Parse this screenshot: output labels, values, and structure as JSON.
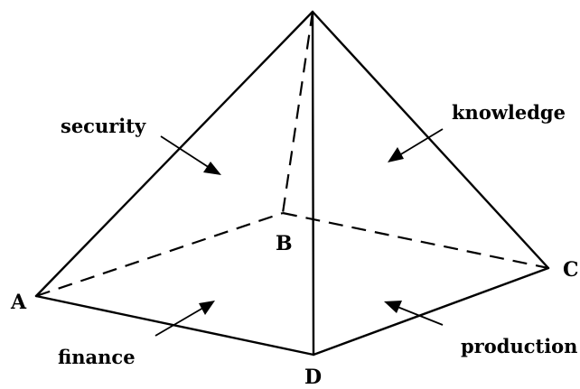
{
  "faces": {
    "security": "security",
    "knowledge": "knowledge",
    "finance": "finance",
    "production": "production"
  },
  "vertices": {
    "a": "A",
    "b": "B",
    "c": "C",
    "d": "D"
  }
}
